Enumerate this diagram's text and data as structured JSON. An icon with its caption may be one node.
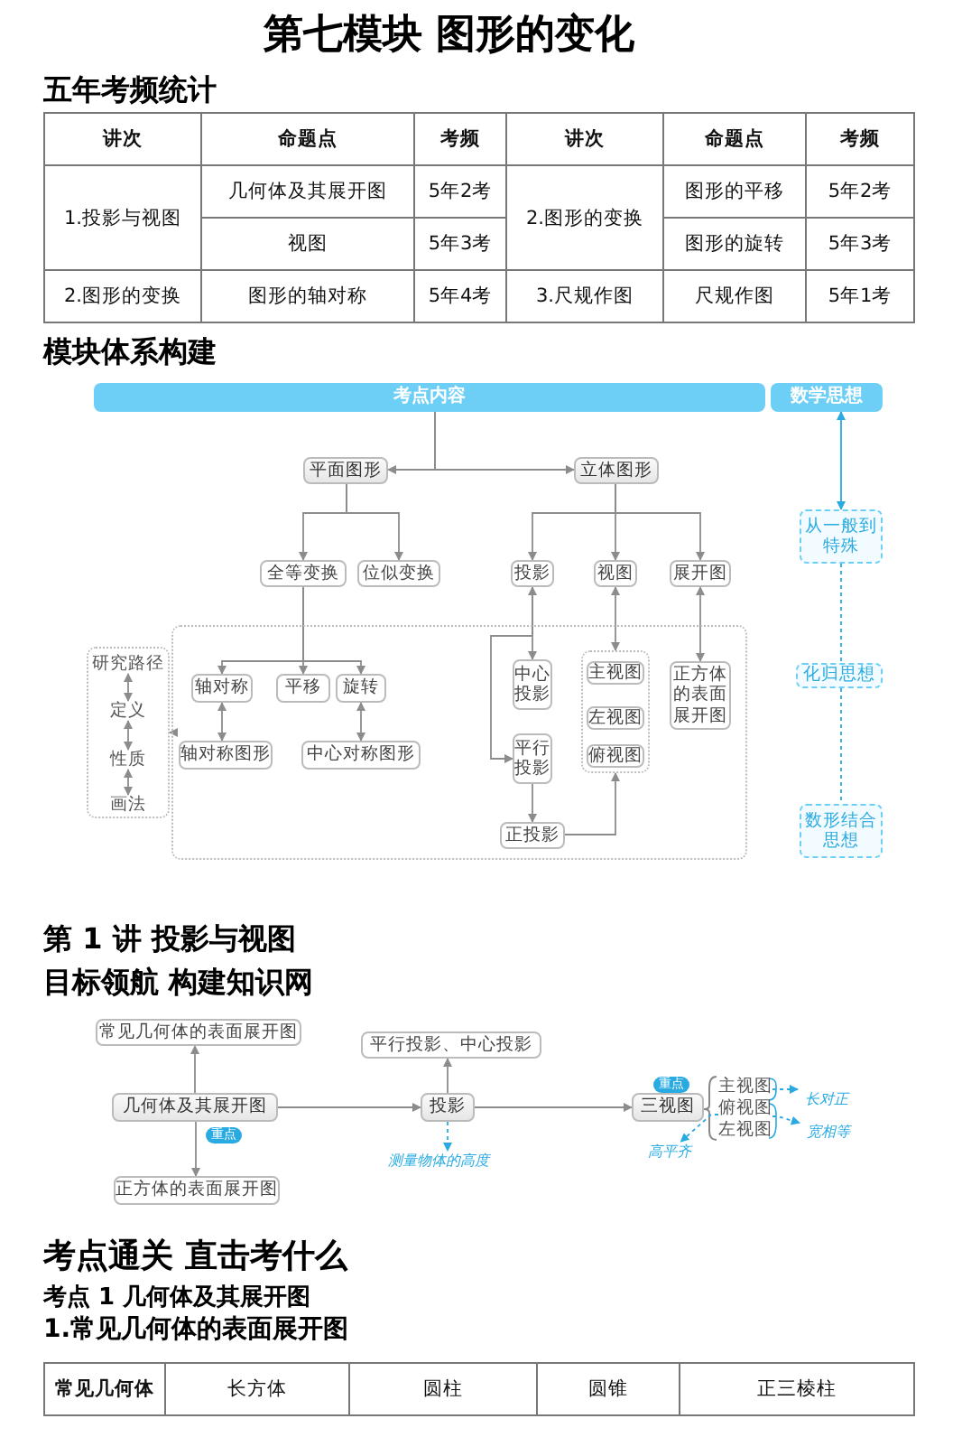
{
  "diagram": {
    "title": "第七模块 图形的变化",
    "nodes": [
      {
        "text": [
          "考点内容"
        ]
      },
      {
        "text": [
          "数学思想"
        ]
      },
      {
        "text": [
          "平面图形"
        ]
      },
      {
        "text": [
          "立体图形"
        ]
      },
      {
        "text": [
          "全等变换"
        ]
      },
      {
        "text": [
          "位似变换"
        ]
      },
      {
        "text": [
          "投影"
        ]
      },
      {
        "text": [
          "视图"
        ]
      },
      {
        "text": [
          "展开图"
        ]
      },
      {
        "text": [],
        "shape": "box"
      },
      {
        "text": [
          "轴对称"
        ],
        "in": 9
      },
      {
        "text": [
          "平移"
        ],
        "in": 9
      },
      {
        "text": [
          "旋转"
        ],
        "in": 9
      },
      {
        "text": [
          "轴对称图形"
        ],
        "in": 9
      },
      {
        "text": [
          "中心对称图形"
        ],
        "in": 9
      },
      {
        "text": [
          "中心投影"
        ],
        "in": 9
      },
      {
        "text": [
          "平行投影"
        ],
        "in": 9
      },
      {
        "text": [
          "正投影"
        ],
        "in": 9
      },
      {
        "text": [],
        "shape": "box",
        "in": 9
      },
      {
        "text": [
          "主视图"
        ],
        "in": 18
      },
      {
        "text": [
          "左视图"
        ],
        "in": 18
      },
      {
        "text": [
          "俯视图"
        ],
        "in": 18
      },
      {
        "text": [
          "正方体的表面展开图"
        ],
        "in": 9
      },
      {
        "text": [],
        "shape": "box"
      },
      {
        "text": [
          "研究路径"
        ],
        "in": 23
      },
      {
        "text": [
          "定义"
        ],
        "in": 23
      },
      {
        "text": [
          "性质"
        ],
        "in": 23
      },
      {
        "text": [
          "画法"
        ],
        "in": 23
      },
      {
        "text": [
          "从一般到特殊"
        ]
      },
      {
        "text": [
          "化归思想"
        ]
      },
      {
        "text": [
          "数形结合思想"
        ]
      },
      {
        "text": [
          "常见几何体的表面展开图"
        ]
      },
      {
        "text": [
          "平行投影、中心投影"
        ]
      },
      {
        "text": [
          "几何体及其展开图"
        ],
        "beside": [
          "重点"
        ]
      },
      {
        "text": [
          "投影"
        ]
      },
      {
        "text": [
          "三视图"
        ],
        "beside": [
          "重点"
        ]
      },
      {
        "text": [
          "正方体的表面展开图"
        ]
      },
      {
        "text": [
          "测量物体的高度"
        ]
      },
      {
        "text": [
          "主视图"
        ]
      },
      {
        "text": [
          "俯视图"
        ]
      },
      {
        "text": [
          "左视图"
        ]
      },
      {
        "text": [
          "长对正"
        ]
      },
      {
        "text": [
          "宽相等"
        ]
      },
      {
        "text": [
          "高平齐"
        ]
      }
    ],
    "edges": [
      {
        "from": 0,
        "to": 2,
        "arrow": "to"
      },
      {
        "from": 0,
        "to": 3,
        "arrow": "to"
      },
      {
        "from": 2,
        "to": 4,
        "arrow": "to"
      },
      {
        "from": 2,
        "to": 5,
        "arrow": "to"
      },
      {
        "from": 3,
        "to": 6,
        "arrow": "to"
      },
      {
        "from": 3,
        "to": 7,
        "arrow": "to"
      },
      {
        "from": 3,
        "to": 8,
        "arrow": "to"
      },
      {
        "from": 4,
        "to": 10,
        "arrow": "to"
      },
      {
        "from": 4,
        "to": 11,
        "arrow": "to"
      },
      {
        "from": 4,
        "to": 12,
        "arrow": "to"
      },
      {
        "from": 10,
        "to": 13,
        "arrow": "both"
      },
      {
        "from": 12,
        "to": 14,
        "arrow": "both"
      },
      {
        "from": 6,
        "to": 15,
        "arrow": "both"
      },
      {
        "from": 6,
        "to": 16,
        "arrow": "to"
      },
      {
        "from": 16,
        "to": 17,
        "arrow": "to"
      },
      {
        "from": 17,
        "to": 18,
        "arrow": "to"
      },
      {
        "from": 7,
        "to": 18,
        "arrow": "both"
      },
      {
        "from": 8,
        "to": 22,
        "arrow": "both"
      },
      {
        "from": 9,
        "to": 23,
        "arrow": "to",
        "style": "dashed"
      },
      {
        "from": 24,
        "to": 25,
        "arrow": "both"
      },
      {
        "from": 25,
        "to": 26,
        "arrow": "both"
      },
      {
        "from": 26,
        "to": 27,
        "arrow": "both"
      },
      {
        "from": 1,
        "to": 28,
        "arrow": "both",
        "color": "#29abe2"
      },
      {
        "from": 28,
        "to": 29,
        "arrow": "none",
        "style": "dashed",
        "color": "#29abe2"
      },
      {
        "from": 29,
        "to": 30,
        "arrow": "none",
        "style": "dashed",
        "color": "#29abe2"
      },
      {
        "from": 33,
        "to": 31,
        "arrow": "to"
      },
      {
        "from": 33,
        "to": 36,
        "arrow": "to"
      },
      {
        "from": 33,
        "to": 34,
        "arrow": "to"
      },
      {
        "from": 34,
        "to": 32,
        "arrow": "to"
      },
      {
        "from": 34,
        "to": 37,
        "arrow": "to",
        "style": "dashed",
        "color": "#29abe2"
      },
      {
        "from": 34,
        "to": 35,
        "arrow": "to"
      },
      {
        "from": 38,
        "to": 41,
        "arrow": "to",
        "style": "dashed",
        "color": "#29abe2"
      },
      {
        "from": 39,
        "to": 42,
        "arrow": "to",
        "style": "dashed",
        "color": "#29abe2"
      },
      {
        "from": 39,
        "to": 43,
        "arrow": "to",
        "style": "dashed",
        "color": "#29abe2"
      }
    ],
    "labels": [
      "五年考频统计",
      "讲次",
      "命题点",
      "考频",
      "讲次",
      "命题点",
      "考频",
      "1.投影与视图",
      "几何体及其展开图",
      "5年2考",
      "2.图形的变换",
      "图形的平移",
      "5年2考",
      "视图",
      "5年3考",
      "图形的旋转",
      "5年3考",
      "2.图形的变换",
      "图形的轴对称",
      "5年4考",
      "3.尺规作图",
      "尺规作图",
      "5年1考",
      "模块体系构建",
      "第 1 讲 投影与视图",
      "目标领航 构建知识网",
      "考点通关 直击考什么",
      "考点 1 几何体及其展开图",
      "1.常见几何体的表面展开图",
      "常见几何体",
      "长方体",
      "圆柱",
      "圆锥",
      "正三棱柱"
    ]
  }
}
